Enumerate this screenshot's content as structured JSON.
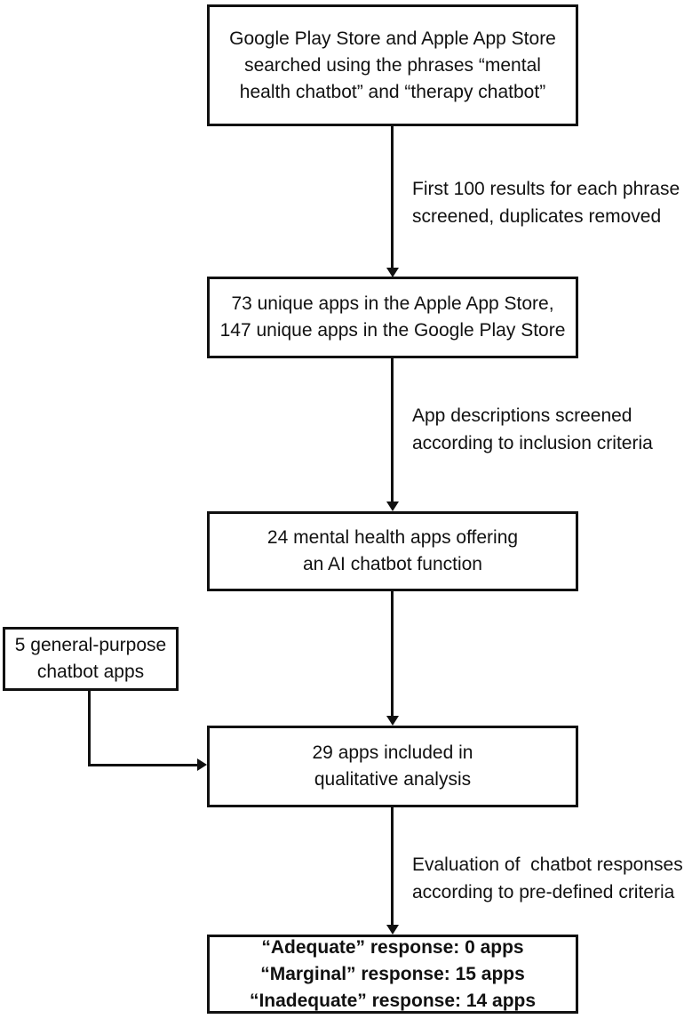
{
  "colors": {
    "ink": "#111111",
    "background": "#ffffff"
  },
  "flowchart": {
    "boxes": [
      {
        "name": "search-sources",
        "lines": [
          "Google Play Store and Apple App Store",
          "searched using the phrases “mental",
          "health chatbot” and “therapy chatbot”"
        ]
      },
      {
        "name": "unique-apps",
        "lines": [
          "73 unique apps in the Apple App Store,",
          "147 unique apps in the Google Play Store"
        ]
      },
      {
        "name": "mental-health-apps",
        "lines": [
          "24 mental health apps offering",
          "an AI chatbot function"
        ]
      },
      {
        "name": "general-purpose-apps",
        "lines": [
          "5 general-purpose",
          "chatbot apps"
        ]
      },
      {
        "name": "included-apps",
        "lines": [
          "29 apps included in",
          "qualitative analysis"
        ]
      },
      {
        "name": "evaluation-results",
        "lines": [
          "“Adequate” response: 0 apps",
          "“Marginal” response: 15 apps",
          "“Inadequate” response: 14 apps"
        ]
      }
    ],
    "edge_labels": [
      {
        "name": "screening-step",
        "lines": [
          "First 100 results for each phrase",
          "screened, duplicates removed"
        ]
      },
      {
        "name": "inclusion-step",
        "lines": [
          "App descriptions screened",
          "according to inclusion criteria"
        ]
      },
      {
        "name": "evaluation-step",
        "lines": [
          "Evaluation of  chatbot responses",
          "according to pre-defined criteria"
        ]
      }
    ]
  }
}
